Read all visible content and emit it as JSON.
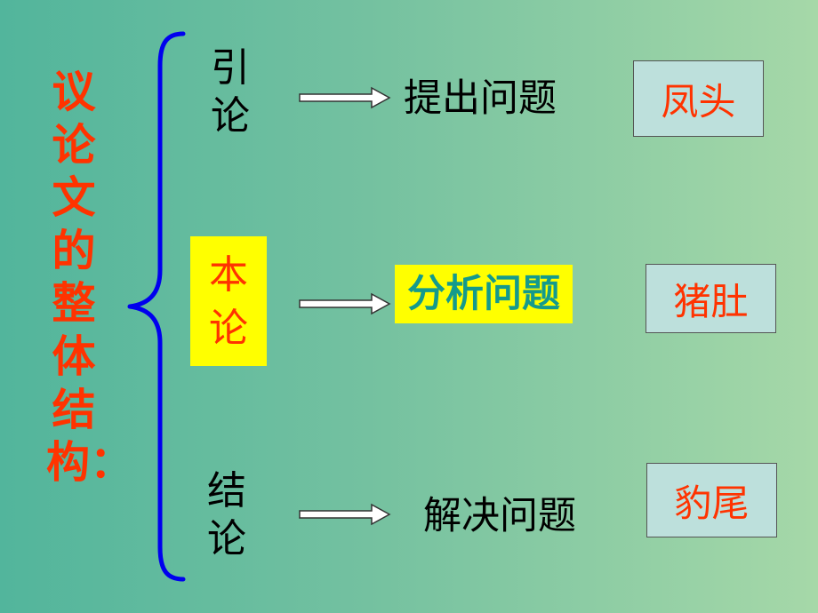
{
  "title": {
    "text": "议论文的整体结构："
  },
  "rows": [
    {
      "part": "引论",
      "task": "提出问题",
      "metaphor": "凤头"
    },
    {
      "part": "本论",
      "task": "分析问题",
      "metaphor": "猪肚"
    },
    {
      "part": "结论",
      "task": "解决问题",
      "metaphor": "豹尾"
    }
  ],
  "colors": {
    "title": "#ff3300",
    "brace": "#0000ee",
    "highlight": "#ffff00",
    "highlight_task_text": "#149a8c",
    "metaphor_text": "#ff3300",
    "metaphor_box": "#bde0dc"
  },
  "icons": {
    "brace": "left-curly-brace",
    "arrow": "right-arrow"
  }
}
